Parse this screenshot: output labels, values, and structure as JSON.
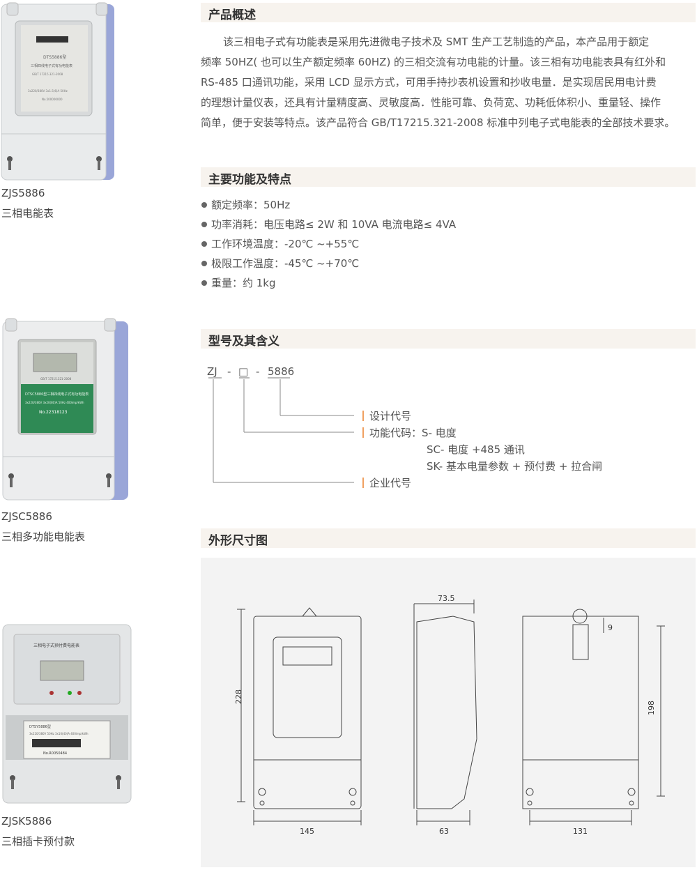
{
  "products": [
    {
      "model": "ZJS5886",
      "name": "三相电能表",
      "meter_face": {
        "model_label": "DTS5886型",
        "type_label": "三相四线电子式有功电能表",
        "std_label": "GB/T 17215.321-2008",
        "spec_label": "3x220/380V 3x1.5(6)A 50Hz",
        "serial_label": "No.500000000"
      }
    },
    {
      "model": "ZJSC5886",
      "name": "三相多功能电能表",
      "meter_face": {
        "model_label": "DTSC5886型三相四线电子式有功电能表",
        "std_label": "GB/T 17215.321-2008",
        "spec_label": "3x220/380V 3x20(80)A 50Hz 400imp/kWh",
        "serial_label": "No.22318123"
      }
    },
    {
      "model": "ZJSK5886",
      "name": "三相插卡预付款",
      "meter_face": {
        "title_label": "三相电子式预付费电能表",
        "model_label": "DTSY5886型",
        "spec_label": "3x220/380V 50Hz 3x10(40)A 400imp/kWh",
        "serial_label": "No.R0050484"
      }
    }
  ],
  "sections": {
    "overview": {
      "title": "产品概述",
      "lines": [
        "该三相电子式有功能表是采用先进微电子技术及 SMT 生产工艺制造的产品，本产品用于额定",
        "频率 50HZ( 也可以生产额定频率 60HZ) 的三相交流有功电能的计量。该三相有功电能表具有红外和",
        "RS-485 口通讯功能，采用 LCD 显示方式，可用手持抄表机设置和抄收电量．是实现居民用电计费",
        "的理想计量仪表，还具有计量精度高、灵敏度高．性能可靠、负荷宽、功耗低体积小、重量轻、操作",
        "简单，便于安装等特点。该产品符合 GB/T17215.321-2008 标准中列电子式电能表的全部技术要求。"
      ]
    },
    "features": {
      "title": "主要功能及特点",
      "items": [
        "额定频率：50Hz",
        "功率消耗：电压电路≤ 2W 和 10VA  电流电路≤ 4VA",
        "工作环境温度：-20℃ ~+55℃",
        "极限工作温度：-45℃ ~+70℃",
        "重量：约 1kg"
      ]
    },
    "model_code": {
      "title": "型号及其含义",
      "prefix": "ZJ",
      "sep1": "-",
      "box": "□",
      "sep2": "-",
      "suffix": "5886",
      "design_code": "设计代号",
      "function_code": "功能代码：S- 电度",
      "function_sc": "SC- 电度 +485 通讯",
      "function_sk": "SK- 基本电量参数 + 预付费 + 拉合闸",
      "company_code": "企业代号"
    },
    "dimensions": {
      "title": "外形尺寸图",
      "front": {
        "height": "228",
        "width": "145"
      },
      "side": {
        "depth_top": "73.5",
        "depth_bottom": "63"
      },
      "back": {
        "hole": "9",
        "mount_height": "198",
        "mount_width": "131"
      }
    }
  },
  "colors": {
    "accent_bar": "#f0a060",
    "section_bg": "#f7f3ee",
    "meter_blue": "#9aa6d8",
    "meter_green": "#2f8a55"
  }
}
